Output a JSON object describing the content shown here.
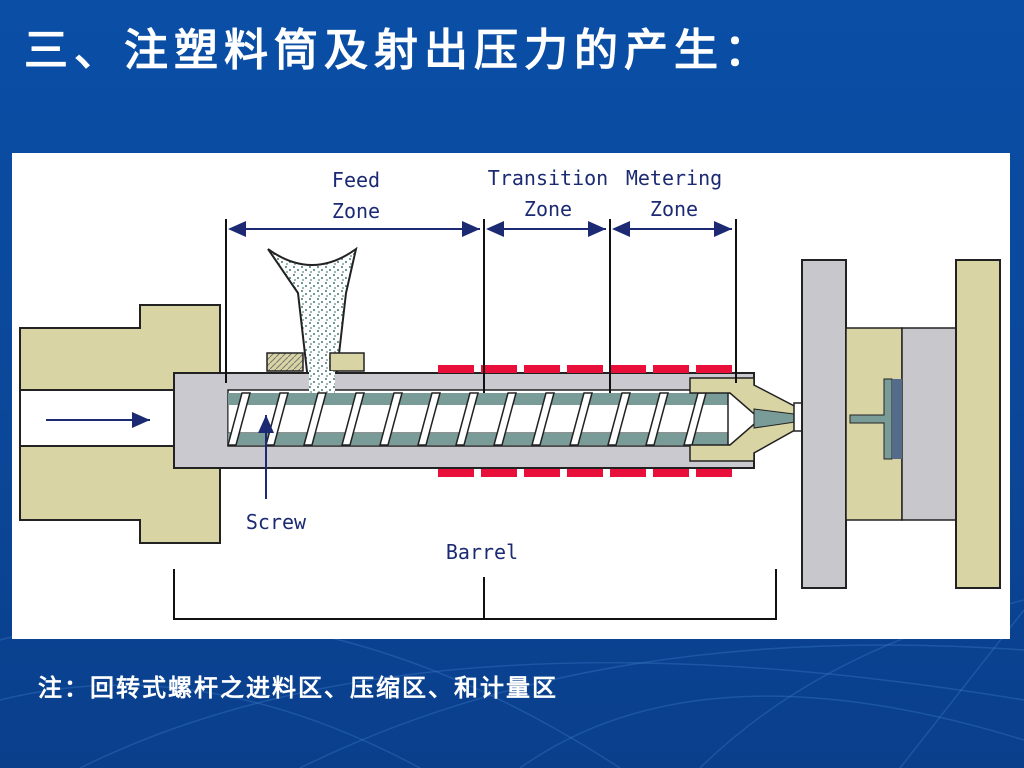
{
  "slide": {
    "title": "三、注塑料筒及射出压力的产生：",
    "note": "注：回转式螺杆之进料区、压缩区、和计量区"
  },
  "diagram": {
    "labels": {
      "feed_zone_line1": "Feed",
      "feed_zone_line2": "Zone",
      "transition_line1": "Transition",
      "transition_line2": "Zone",
      "metering_line1": "Metering",
      "metering_line2": "Zone",
      "screw": "Screw",
      "barrel": "Barrel"
    },
    "colors": {
      "machine_body": "#d8d4a4",
      "barrel_gray": "#c9c9cf",
      "screw_teal": "#7a9c98",
      "heater_red": "#e8103a",
      "mold_gray": "#c8c8cc",
      "label_blue": "#1b2a73"
    }
  }
}
